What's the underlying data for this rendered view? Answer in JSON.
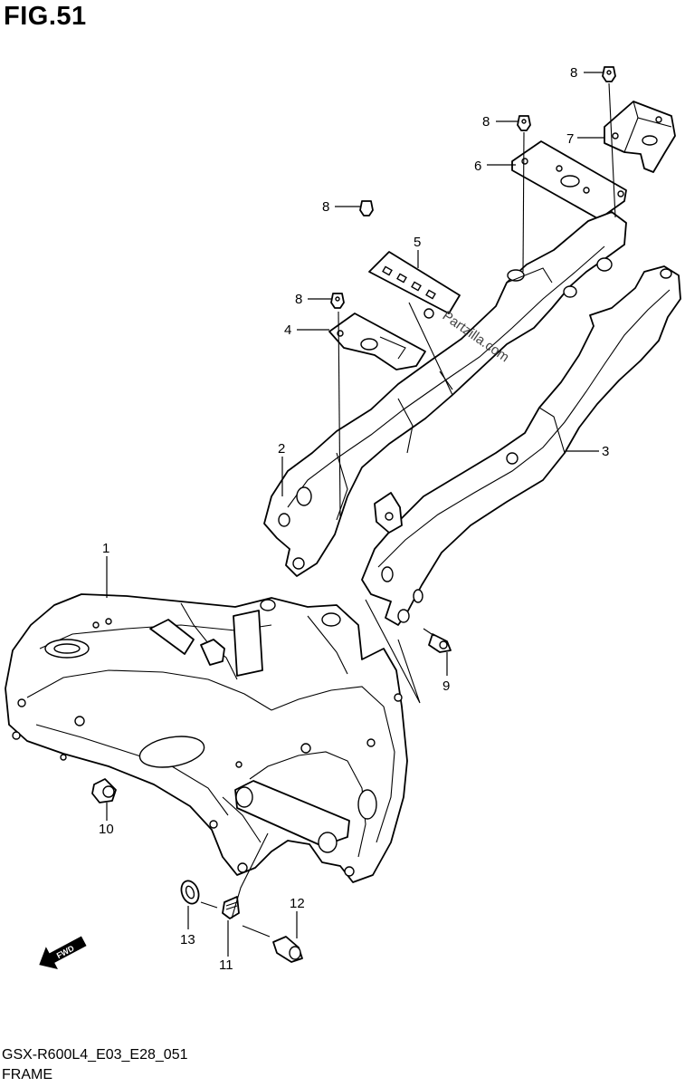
{
  "figure": {
    "title": "FIG.51"
  },
  "callouts": {
    "c1": "1",
    "c2": "2",
    "c3": "3",
    "c4": "4",
    "c5": "5",
    "c6": "6",
    "c7": "7",
    "c8a": "8",
    "c8b": "8",
    "c8c": "8",
    "c8d": "8",
    "c9": "9",
    "c10": "10",
    "c11": "11",
    "c12": "12",
    "c13": "13"
  },
  "watermark": "Partzilla.com",
  "direction_arrow": {
    "label": "FWD",
    "icon": "fwd-arrow-icon"
  },
  "footer": {
    "code": "GSX-R600L4_E03_E28_051",
    "name": "FRAME"
  }
}
